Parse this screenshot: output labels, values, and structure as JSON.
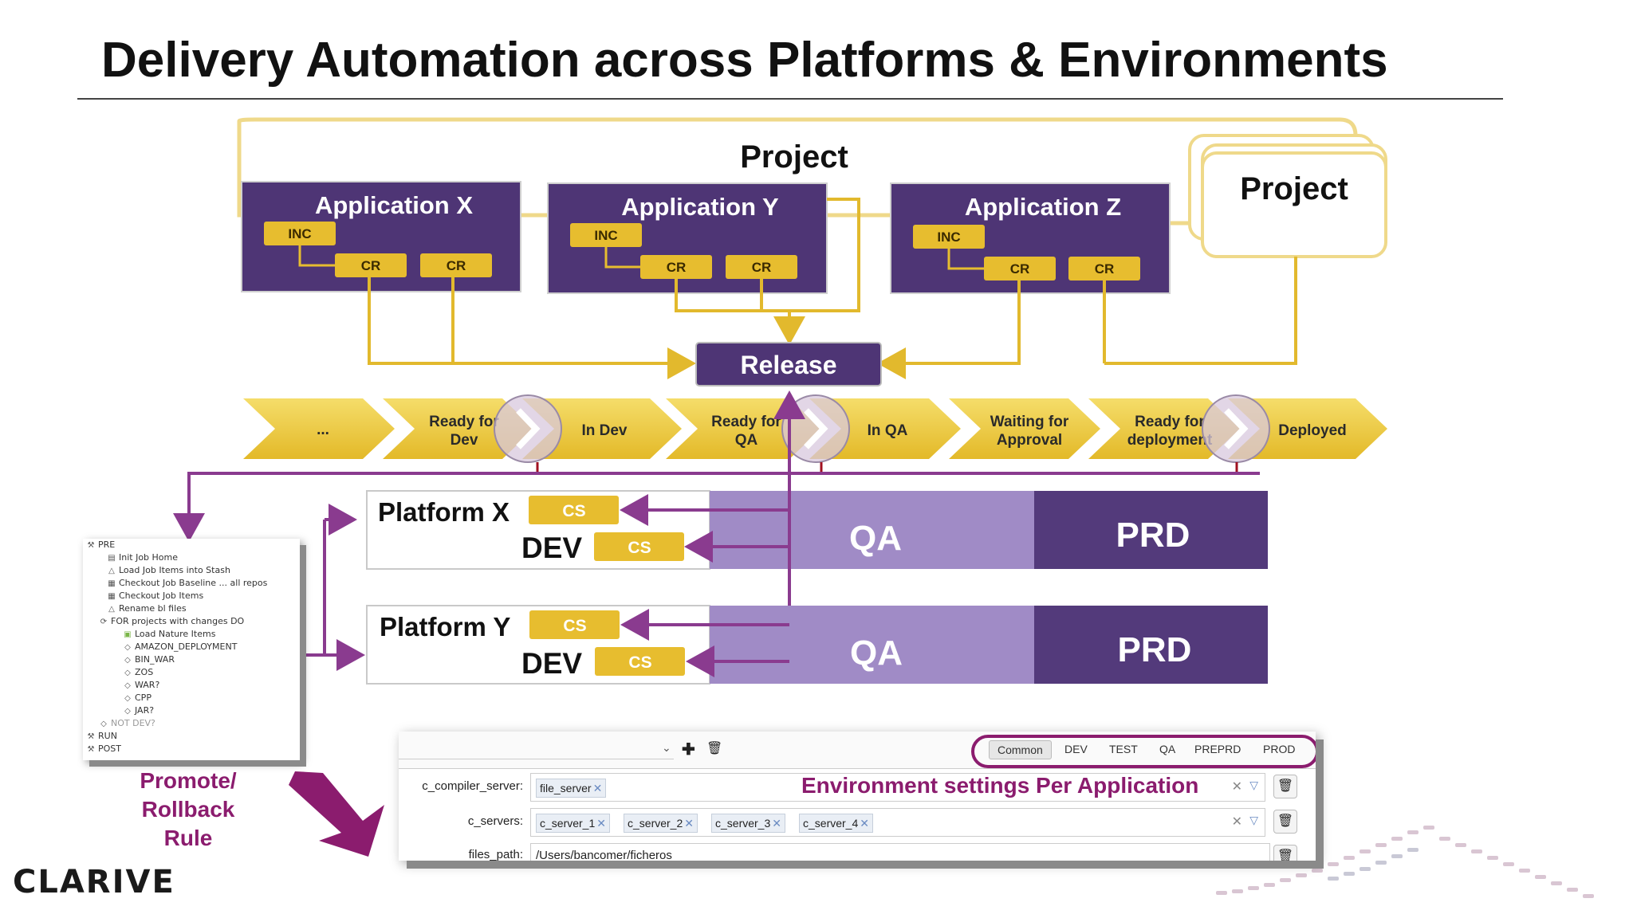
{
  "slide": {
    "title": "Delivery Automation across Platforms & Environments"
  },
  "colors": {
    "purple_dark": "#533a7b",
    "purple_box": "#4e3575",
    "purple_light": "#a08bc6",
    "gold": "#e7bd2f",
    "gold_light": "#f2d960",
    "magenta": "#8b1c6e",
    "project_border": "#efd98a",
    "arrow_purple": "#8a3b8f"
  },
  "project": {
    "main_label": "Project",
    "side_label": "Project",
    "applications": [
      {
        "name": "Application X",
        "inc": "INC",
        "cr1": "CR",
        "cr2": "CR"
      },
      {
        "name": "Application Y",
        "inc": "INC",
        "cr1": "CR",
        "cr2": "CR"
      },
      {
        "name": "Application Z",
        "inc": "INC",
        "cr1": "CR",
        "cr2": "CR"
      }
    ],
    "release_label": "Release"
  },
  "pipeline": {
    "stages": [
      {
        "line1": "...",
        "line2": ""
      },
      {
        "line1": "Ready for",
        "line2": "Dev"
      },
      {
        "line1": "In Dev",
        "line2": ""
      },
      {
        "line1": "Ready for",
        "line2": "QA"
      },
      {
        "line1": "In QA",
        "line2": ""
      },
      {
        "line1": "Waiting for",
        "line2": "Approval"
      },
      {
        "line1": "Ready for",
        "line2": "deployment"
      },
      {
        "line1": "Deployed",
        "line2": ""
      }
    ]
  },
  "platforms": [
    {
      "name": "Platform X",
      "dev": "DEV",
      "cs1": "CS",
      "cs2": "CS",
      "qa": "QA",
      "prd": "PRD"
    },
    {
      "name": "Platform Y",
      "dev": "DEV",
      "cs1": "CS",
      "cs2": "CS",
      "qa": "QA",
      "prd": "PRD"
    }
  ],
  "tree": {
    "rows": [
      {
        "label": "PRE",
        "icon": "hammer-icon"
      },
      {
        "label": "Init Job Home",
        "icon": "file-icon"
      },
      {
        "label": "Load Job Items into Stash",
        "icon": "triangle-icon"
      },
      {
        "label": "Checkout Job Baseline ... all repos",
        "icon": "repo-icon"
      },
      {
        "label": "Checkout Job Items",
        "icon": "repo-icon"
      },
      {
        "label": "Rename bl files",
        "icon": "triangle-icon"
      },
      {
        "label": "FOR projects with changes DO",
        "icon": "loop-icon"
      },
      {
        "label": "Load Nature Items",
        "icon": "cube-icon"
      },
      {
        "label": "AMAZON_DEPLOYMENT",
        "icon": "diamond-icon"
      },
      {
        "label": "BIN_WAR",
        "icon": "diamond-icon"
      },
      {
        "label": "ZOS",
        "icon": "diamond-icon"
      },
      {
        "label": "WAR?",
        "icon": "diamond-icon"
      },
      {
        "label": "CPP",
        "icon": "diamond-icon"
      },
      {
        "label": "JAR?",
        "icon": "diamond-icon"
      },
      {
        "label": "NOT DEV?",
        "icon": "diamond-icon"
      },
      {
        "label": "RUN",
        "icon": "hammer-icon"
      },
      {
        "label": "POST",
        "icon": "hammer-icon"
      }
    ],
    "caption": "Promote/ Rollback Rule",
    "caption_lines": [
      "Promote/",
      "Rollback",
      "Rule"
    ]
  },
  "settings": {
    "env_tabs": [
      "Common",
      "DEV",
      "TEST",
      "QA",
      "PREPRD",
      "PROD"
    ],
    "caption": "Environment settings Per Application",
    "fields": [
      {
        "label": "c_compiler_server:",
        "tags": [
          "file_server"
        ]
      },
      {
        "label": "c_servers:",
        "tags": [
          "c_server_1",
          "c_server_2",
          "c_server_3",
          "c_server_4"
        ]
      },
      {
        "label": "files_path:",
        "value": "/Users/bancomer/ficheros"
      }
    ]
  },
  "brand": {
    "logo": "CLARIVE"
  }
}
